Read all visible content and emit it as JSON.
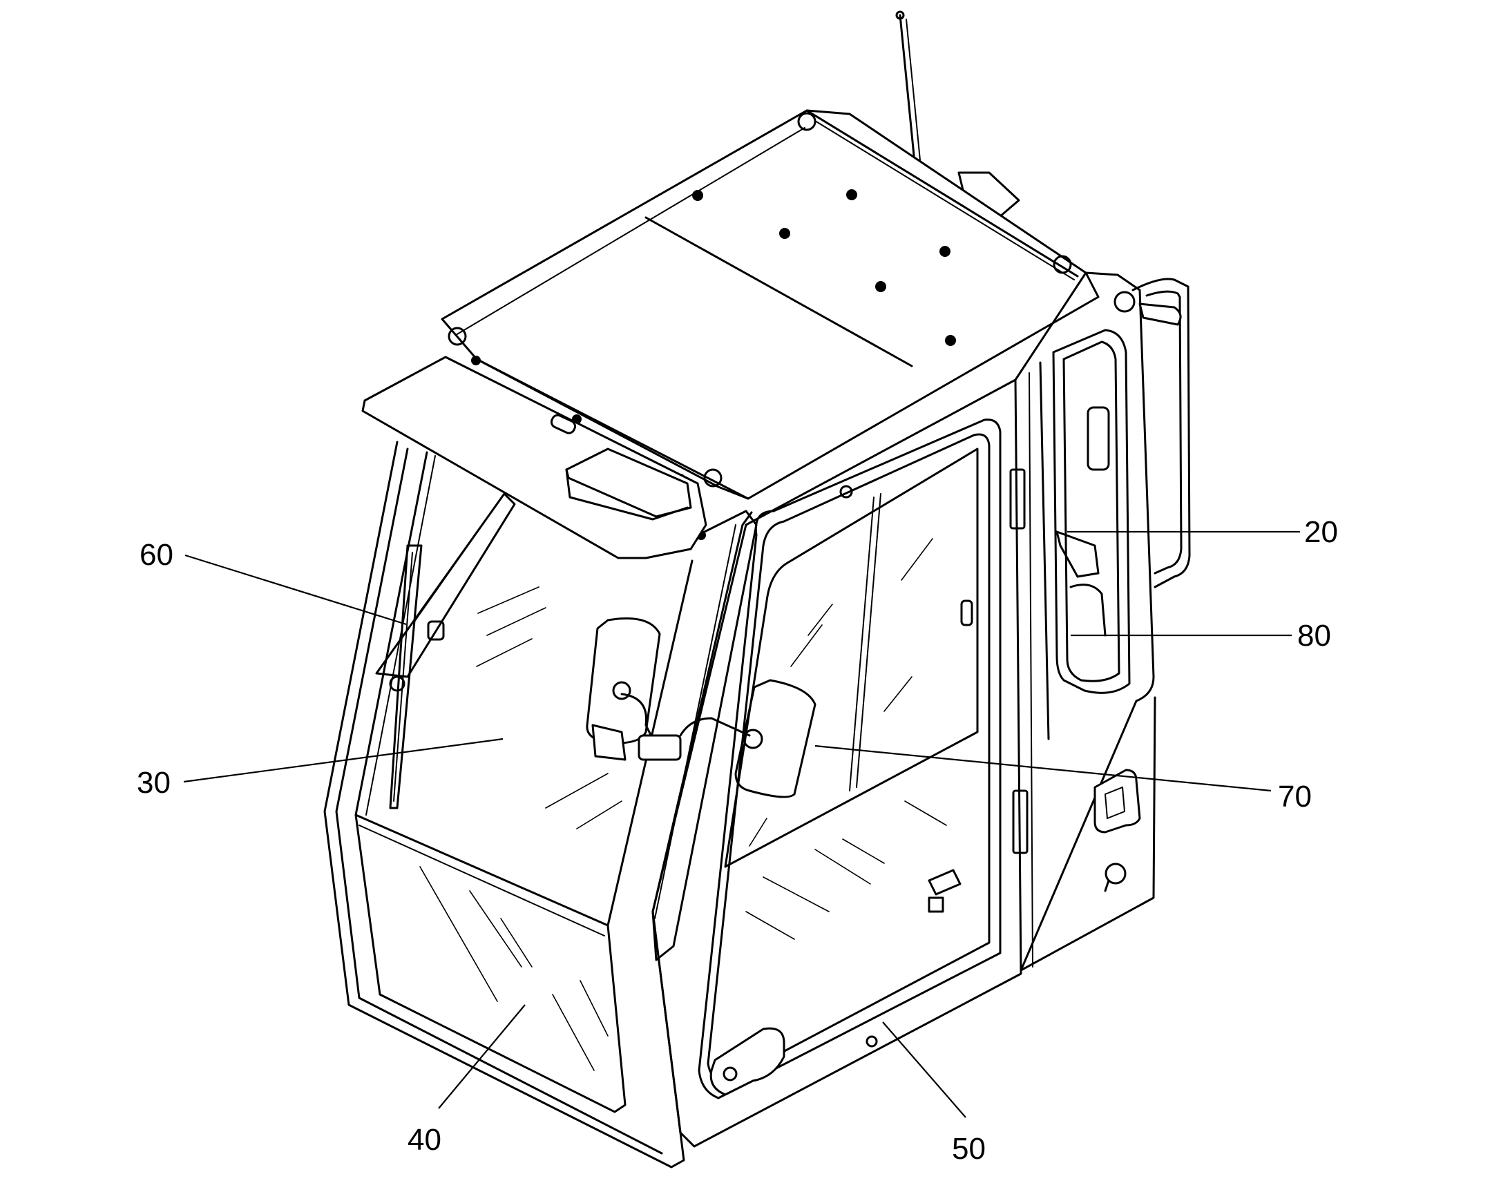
{
  "callouts": {
    "c20": "20",
    "c80": "80",
    "c60": "60",
    "c30": "30",
    "c70": "70",
    "c40": "40",
    "c50": "50"
  }
}
